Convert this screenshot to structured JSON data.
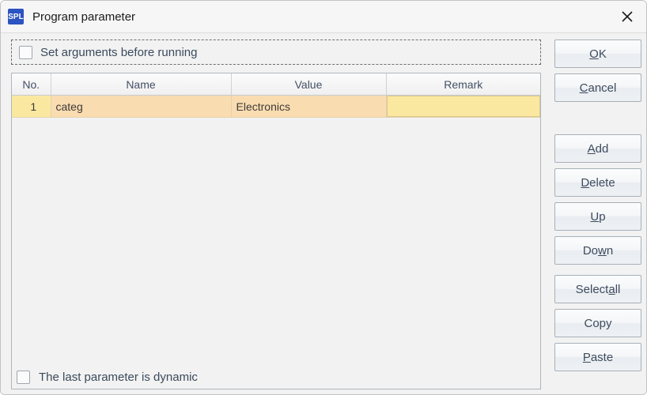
{
  "window": {
    "app_icon_text": "SPL",
    "title": "Program parameter",
    "close_icon": "close-icon"
  },
  "options": {
    "set_arguments_before_running": {
      "label": "Set arguments before running",
      "checked": false
    },
    "last_parameter_is_dynamic": {
      "label": "The last parameter is dynamic",
      "checked": false
    }
  },
  "table": {
    "columns": [
      "No.",
      "Name",
      "Value",
      "Remark"
    ],
    "rows": [
      {
        "no": "1",
        "name": "categ",
        "value": "Electronics",
        "remark": ""
      }
    ]
  },
  "buttons": {
    "ok": {
      "pre": "",
      "mnemonic": "O",
      "post": "K"
    },
    "cancel": {
      "pre": "",
      "mnemonic": "C",
      "post": "ancel"
    },
    "add": {
      "pre": "",
      "mnemonic": "A",
      "post": "dd"
    },
    "delete": {
      "pre": "",
      "mnemonic": "D",
      "post": "elete"
    },
    "up": {
      "pre": "",
      "mnemonic": "U",
      "post": "p"
    },
    "down": {
      "pre": "Do",
      "mnemonic": "w",
      "post": "n"
    },
    "select_all": {
      "pre": "Select ",
      "mnemonic": "a",
      "post": "ll"
    },
    "copy": {
      "pre": "Copy",
      "mnemonic": "",
      "post": ""
    },
    "paste": {
      "pre": "",
      "mnemonic": "P",
      "post": "aste"
    }
  },
  "colors": {
    "accent": "#2b53c2",
    "row_highlight": "#fadcb1",
    "cell_selected": "#fbe8a0",
    "dialog_bg": "#f2f2f2",
    "text": "#3b4a5c"
  }
}
